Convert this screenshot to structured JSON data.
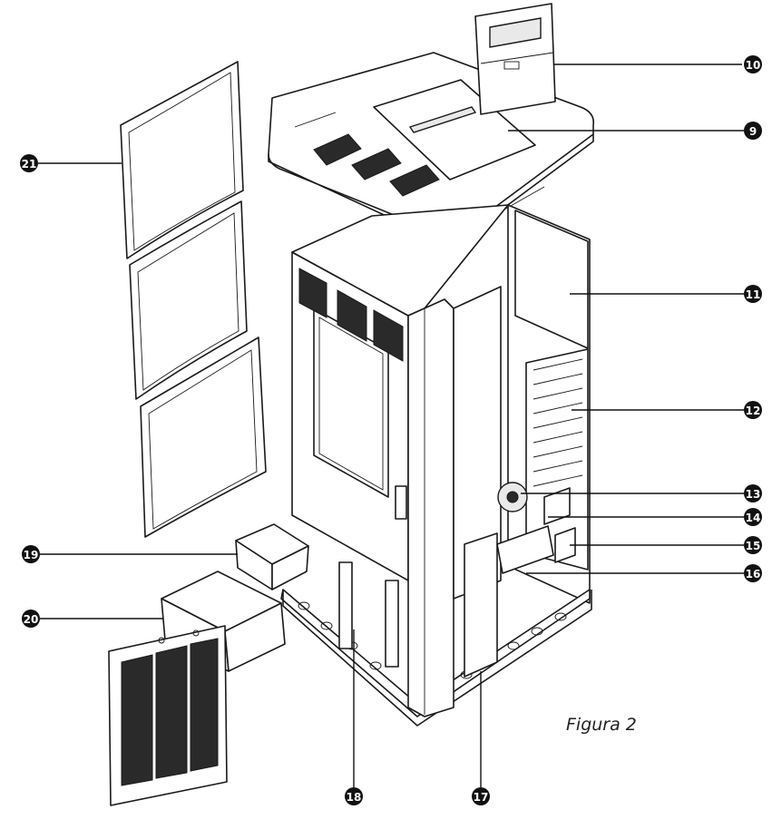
{
  "figure": {
    "caption": "Figura 2",
    "callouts": [
      {
        "num": "9"
      },
      {
        "num": "10"
      },
      {
        "num": "11"
      },
      {
        "num": "12"
      },
      {
        "num": "13"
      },
      {
        "num": "14"
      },
      {
        "num": "15"
      },
      {
        "num": "16"
      },
      {
        "num": "17"
      },
      {
        "num": "18"
      },
      {
        "num": "19"
      },
      {
        "num": "20"
      },
      {
        "num": "21"
      }
    ]
  }
}
